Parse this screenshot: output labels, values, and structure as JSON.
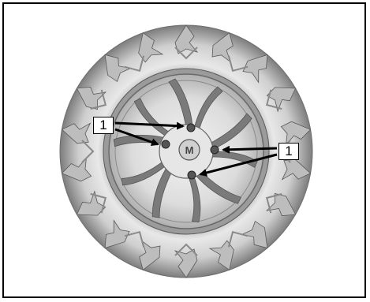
{
  "figure": {
    "callouts": [
      {
        "label": "1"
      },
      {
        "label": "1"
      }
    ],
    "colors": {
      "frame": "#000000",
      "tire_light": "#f2f2f2",
      "tire_mid": "#c9c9c9",
      "tire_dark": "#8c8c8c",
      "rim": "#d8d8d8",
      "arrow": "#000000"
    },
    "subject": "wheel-with-lug-nuts"
  }
}
